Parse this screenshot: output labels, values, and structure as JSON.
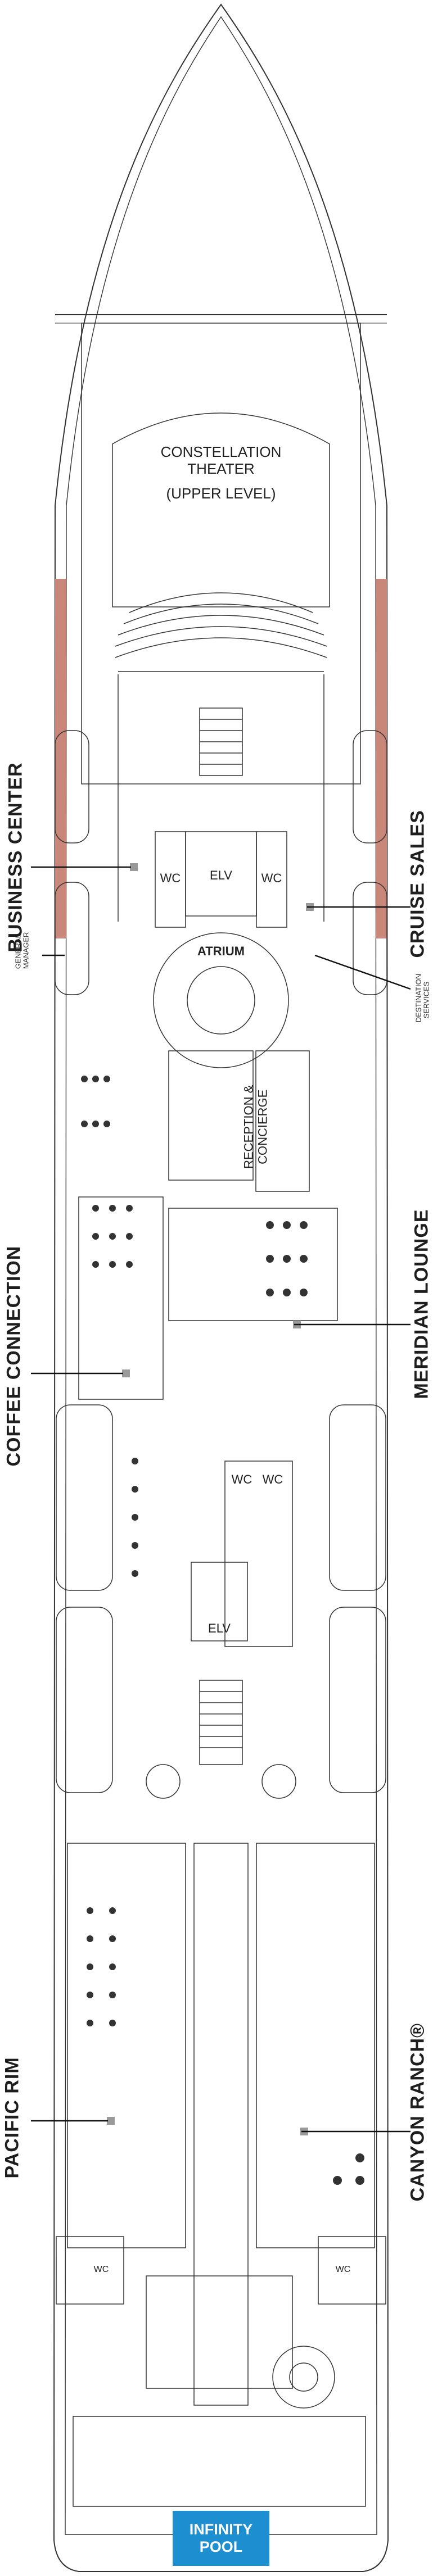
{
  "deck": {
    "theater": {
      "line1": "CONSTELLATION",
      "line2": "THEATER",
      "line3": "(UPPER LEVEL)"
    },
    "labels": {
      "atrium": "ATRIUM",
      "elv_top": "ELV",
      "elv_bottom": "ELV",
      "wc_left": "WC",
      "wc_right": "WC",
      "wc_mid_1": "WC",
      "wc_mid_2": "WC",
      "wc_aft_left": "WC",
      "wc_aft_right": "WC",
      "reception": "RECEPTION & CONCIERGE"
    },
    "callouts": {
      "business_center": "BUSINESS CENTER",
      "cruise_sales": "CRUISE SALES",
      "general_manager_1": "GENERAL",
      "general_manager_2": "MANAGER",
      "destination_services_1": "DESTINATION",
      "destination_services_2": "SERVICES",
      "coffee_connection": "COFFEE CONNECTION",
      "meridian_lounge": "MERIDIAN LOUNGE",
      "pacific_rim": "PACIFIC RIM",
      "canyon_ranch": "CANYON RANCH®"
    },
    "pool": {
      "line1": "INFINITY",
      "line2": "POOL"
    },
    "colors": {
      "pool": "#1d8fd0",
      "line": "#333333",
      "hull_stripe": "#c9877a",
      "marker": "#9a9a9a"
    }
  }
}
